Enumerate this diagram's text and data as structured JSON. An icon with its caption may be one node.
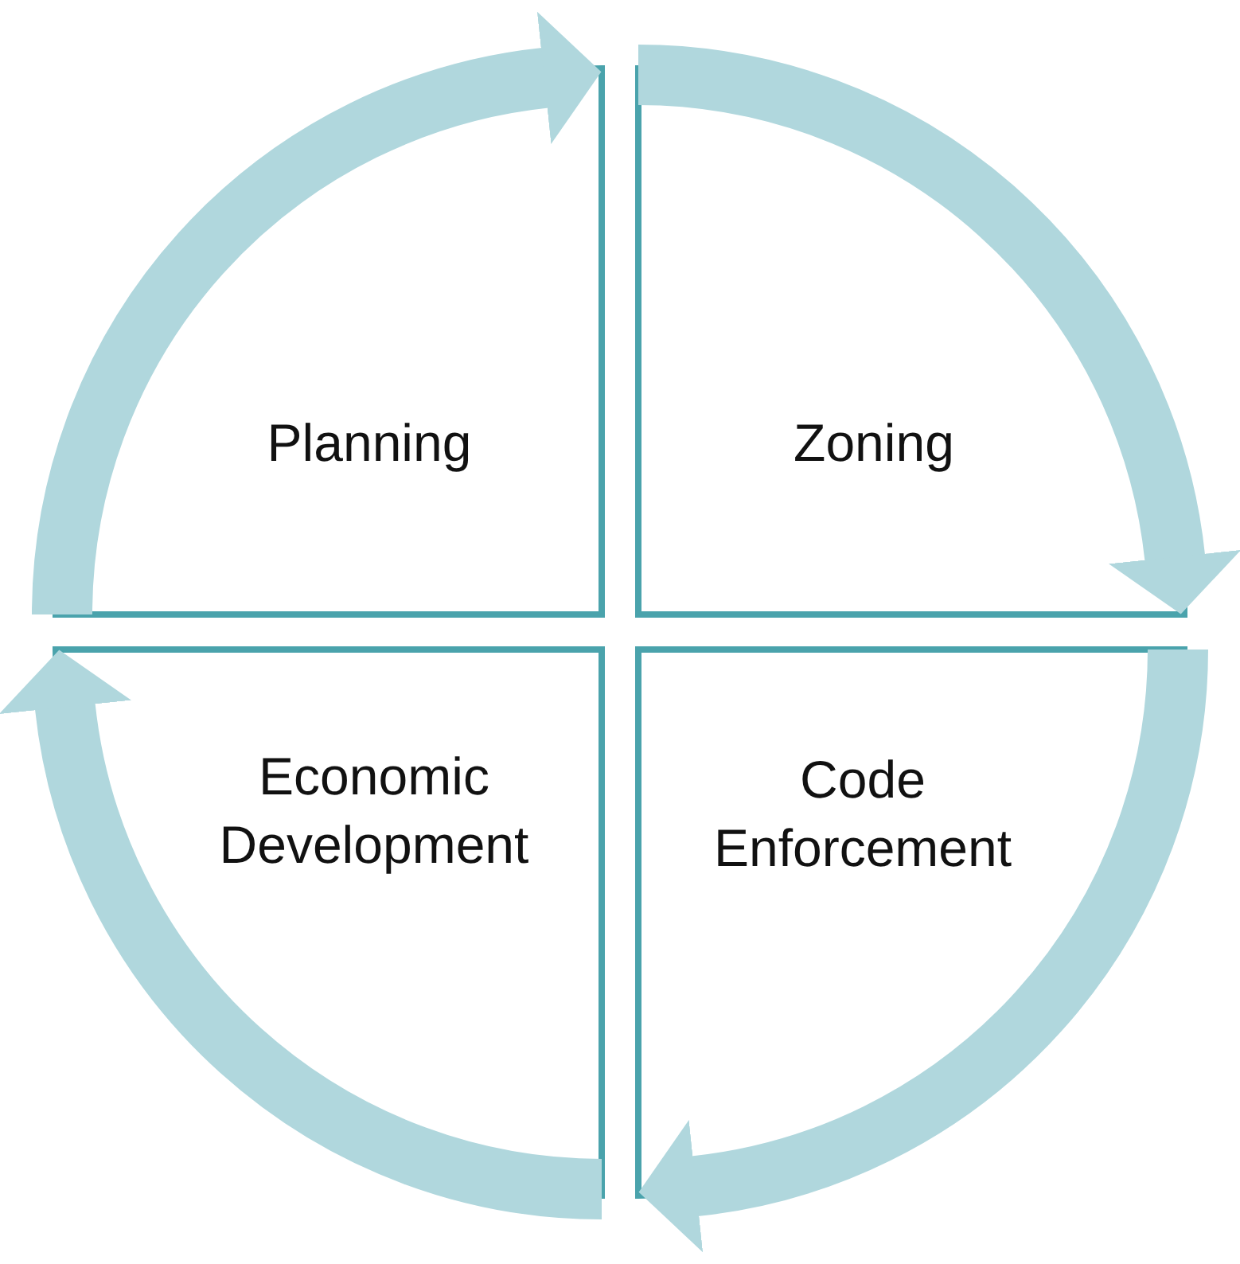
{
  "diagram": {
    "nodes": [
      {
        "text": [
          "Planning"
        ]
      },
      {
        "text": [
          "Zoning"
        ]
      },
      {
        "text": [
          "Code Enforcement"
        ]
      },
      {
        "text": [
          "Economic Development"
        ]
      }
    ],
    "edges": [
      {
        "from": 0,
        "to": 1,
        "arrow": "to"
      },
      {
        "from": 1,
        "to": 2,
        "arrow": "to"
      },
      {
        "from": 2,
        "to": 3,
        "arrow": "to"
      },
      {
        "from": 3,
        "to": 0,
        "arrow": "to"
      }
    ]
  }
}
